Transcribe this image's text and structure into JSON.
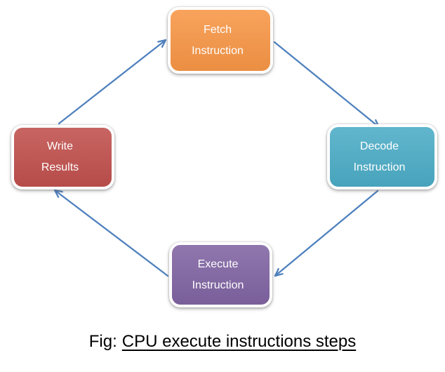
{
  "figure": {
    "type": "cycle-diagram",
    "arrow_color": "#4F81BD",
    "nodes": [
      {
        "id": "fetch-instruction",
        "line1": "Fetch",
        "line2": "Instruction",
        "color": "#F79646"
      },
      {
        "id": "decode-instruction",
        "line1": "Decode",
        "line2": "Instruction",
        "color": "#4BACC6"
      },
      {
        "id": "execute-instruction",
        "line1": "Execute",
        "line2": "Instruction",
        "color": "#8064A2"
      },
      {
        "id": "write-results",
        "line1": "Write",
        "line2": "Results",
        "color": "#C0504D"
      }
    ],
    "arrows": [
      {
        "from": "write-results",
        "to": "fetch-instruction"
      },
      {
        "from": "fetch-instruction",
        "to": "decode-instruction"
      },
      {
        "from": "decode-instruction",
        "to": "execute-instruction"
      },
      {
        "from": "execute-instruction",
        "to": "write-results"
      }
    ]
  },
  "caption": {
    "prefix": "Fig:",
    "underlined": "CPU execute instructions steps",
    "color": "#000000"
  }
}
